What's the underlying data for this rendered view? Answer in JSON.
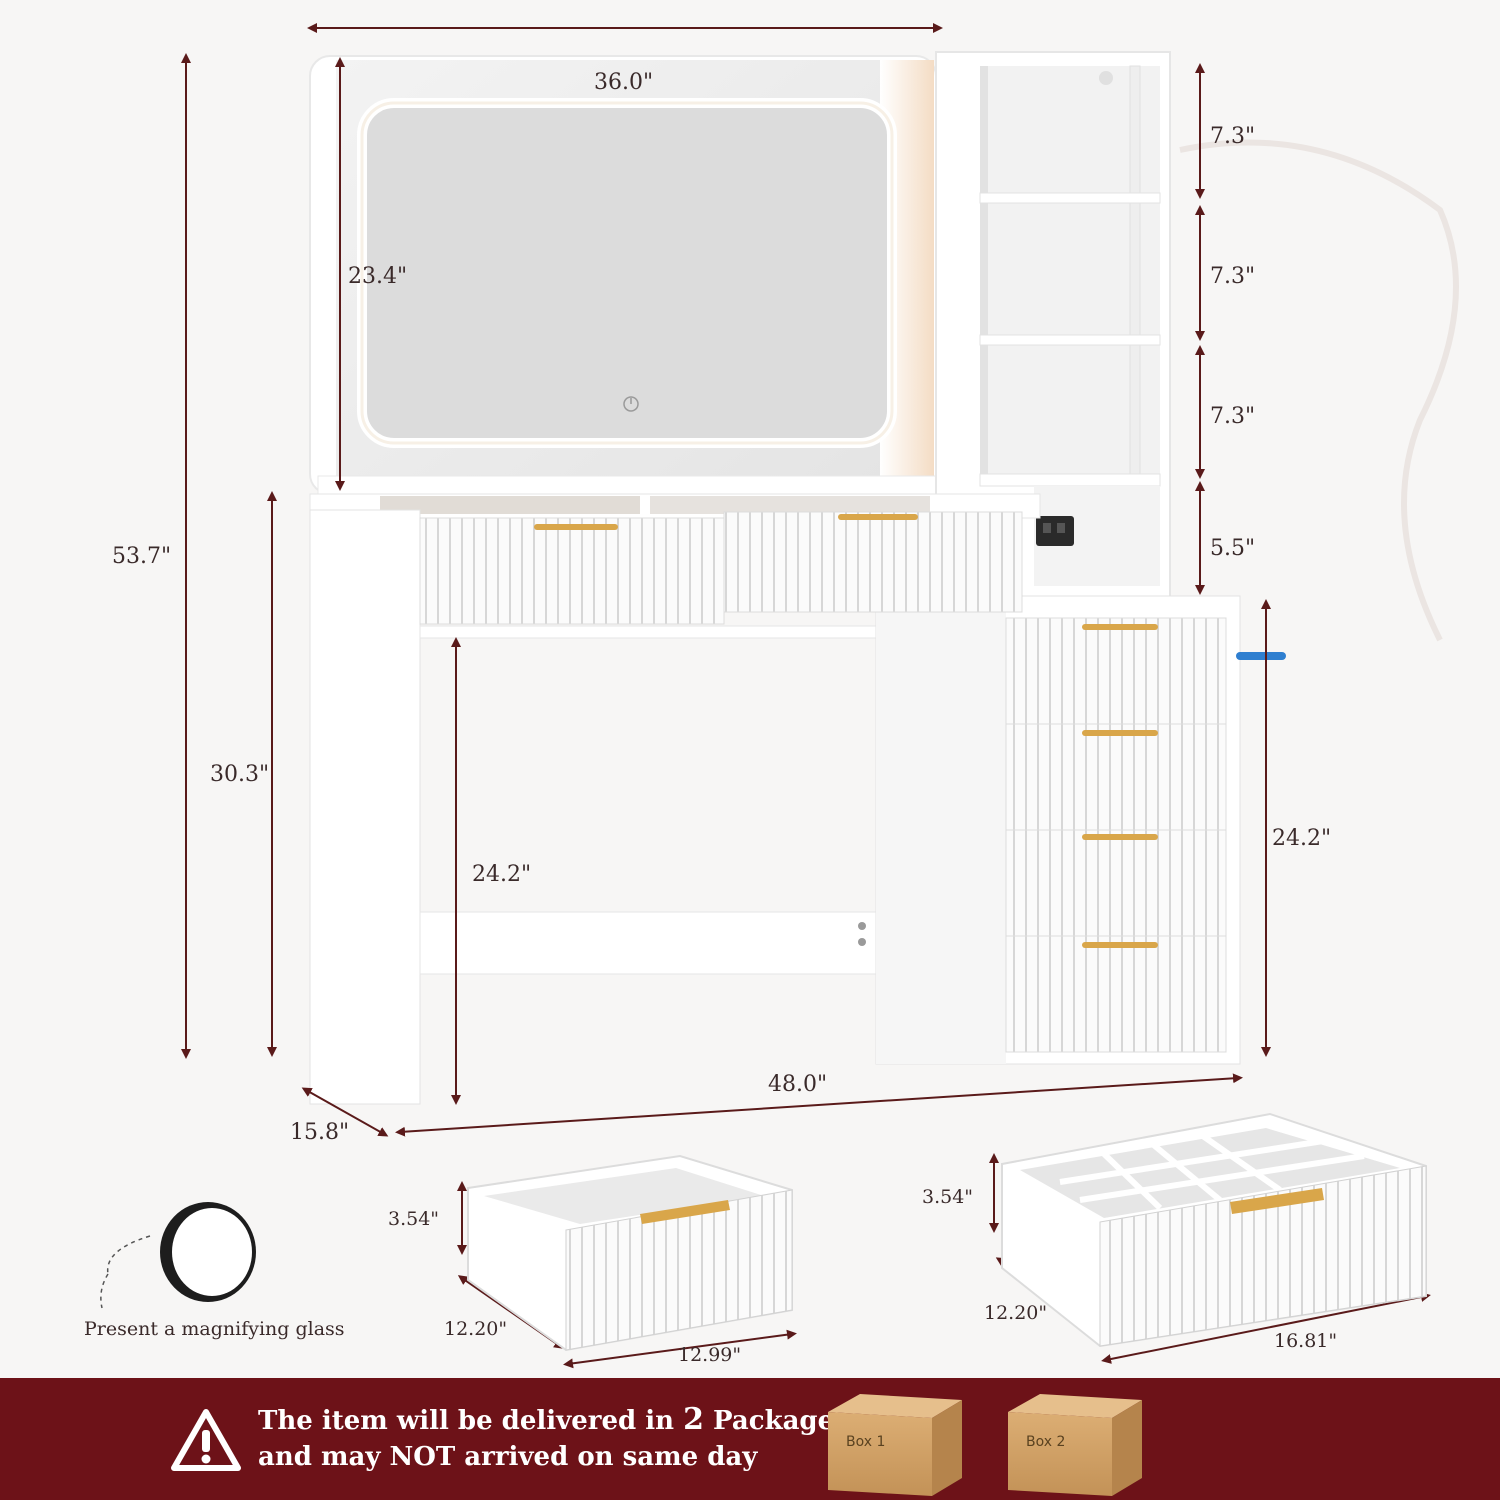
{
  "dimensions": {
    "overall_width": "36.0\"",
    "mirror_height": "23.4\"",
    "shelf_1": "7.3\"",
    "shelf_2": "7.3\"",
    "shelf_3": "7.3\"",
    "outlet_shelf": "5.5\"",
    "total_height": "53.7\"",
    "desk_height": "30.3\"",
    "knee_height": "24.2\"",
    "cabinet_height": "24.2\"",
    "desk_width": "48.0\"",
    "depth": "15.8\"",
    "small_drawer_height": "3.54\"",
    "small_drawer_depth": "12.20\"",
    "small_drawer_width": "12.99\"",
    "large_drawer_height": "3.54\"",
    "large_drawer_depth": "12.20\"",
    "large_drawer_width": "16.81\""
  },
  "magnifier_caption": "Present a magnifying glass",
  "notice": {
    "line1_a": "The item will be delivered in ",
    "line1_num": "2",
    "line1_b": " Package",
    "line2": "and may NOT arrived on same day"
  },
  "boxes": {
    "box1": "Box 1",
    "box2": "Box 2"
  },
  "colors": {
    "footer": "#6d1218",
    "dimension_line": "#5a1a1a",
    "handle": "#d9a64a",
    "furniture": "#ffffff"
  },
  "icons": [
    "warning-icon",
    "power-touch-icon",
    "magnifying-mirror-icon",
    "shipping-box-icon"
  ]
}
